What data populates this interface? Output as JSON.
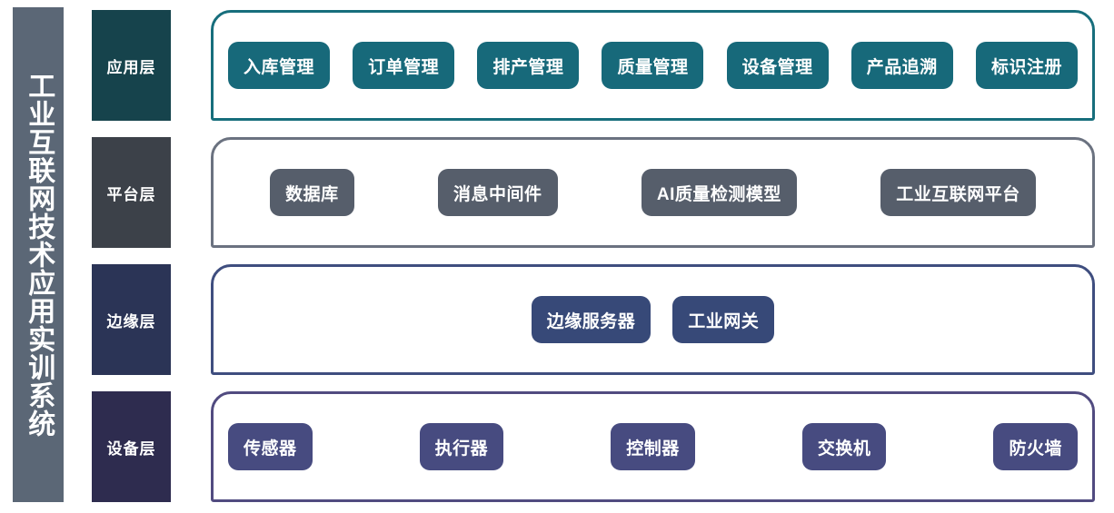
{
  "title_bar": {
    "text": "工业互联网技术应用实训系统"
  },
  "layers": [
    {
      "id": "application",
      "label": "应用层",
      "label_bg": "#16434c",
      "box_border": "#176e7c",
      "pill_bg": "#17697a",
      "items": [
        "入库管理",
        "订单管理",
        "排产管理",
        "质量管理",
        "设备管理",
        "产品追溯",
        "标识注册"
      ]
    },
    {
      "id": "platform",
      "label": "平台层",
      "label_bg": "#3c4149",
      "box_border": "#6b7280",
      "pill_bg": "#565e6b",
      "items": [
        "数据库",
        "消息中间件",
        "AI质量检测模型",
        "工业互联网平台"
      ]
    },
    {
      "id": "edge",
      "label": "边缘层",
      "label_bg": "#2b3456",
      "box_border": "#3f4e7f",
      "pill_bg": "#374978",
      "items": [
        "边缘服务器",
        "工业网关"
      ]
    },
    {
      "id": "device",
      "label": "设备层",
      "label_bg": "#2e2c4f",
      "box_border": "#514b80",
      "pill_bg": "#474b80",
      "items": [
        "传感器",
        "执行器",
        "控制器",
        "交换机",
        "防火墙"
      ]
    }
  ]
}
